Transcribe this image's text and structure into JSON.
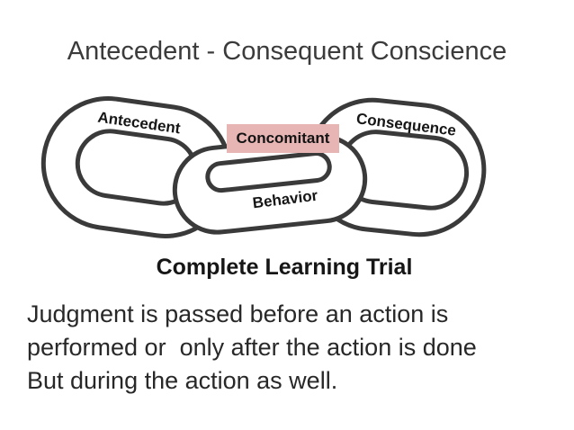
{
  "slide": {
    "title": "Antecedent - Consequent Conscience",
    "diagram": {
      "link_labels": {
        "antecedent": "Antecedent",
        "behavior": "Behavior",
        "consequence": "Consequence"
      },
      "overlay_label": "Concomitant",
      "caption": "Complete Learning Trial",
      "colors": {
        "chain_outline": "#3a3a3a",
        "chain_fill": "#ffffff",
        "overlay_background": "#e8b5b5"
      },
      "icons": [
        "chain-link-icon"
      ]
    },
    "body": {
      "lines": [
        "Judgment is passed before an action is",
        "performed or  only after the action is done",
        "But during the action as well."
      ]
    }
  }
}
